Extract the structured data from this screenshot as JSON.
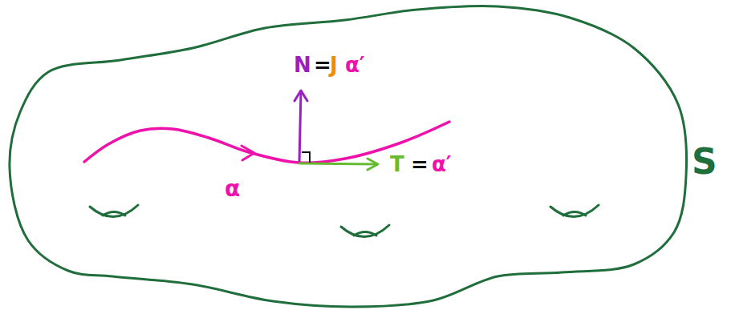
{
  "diagram": {
    "labels": [
      "N",
      "=",
      "J",
      "α′",
      "T",
      "=",
      "α′",
      "α",
      "S"
    ]
  }
}
